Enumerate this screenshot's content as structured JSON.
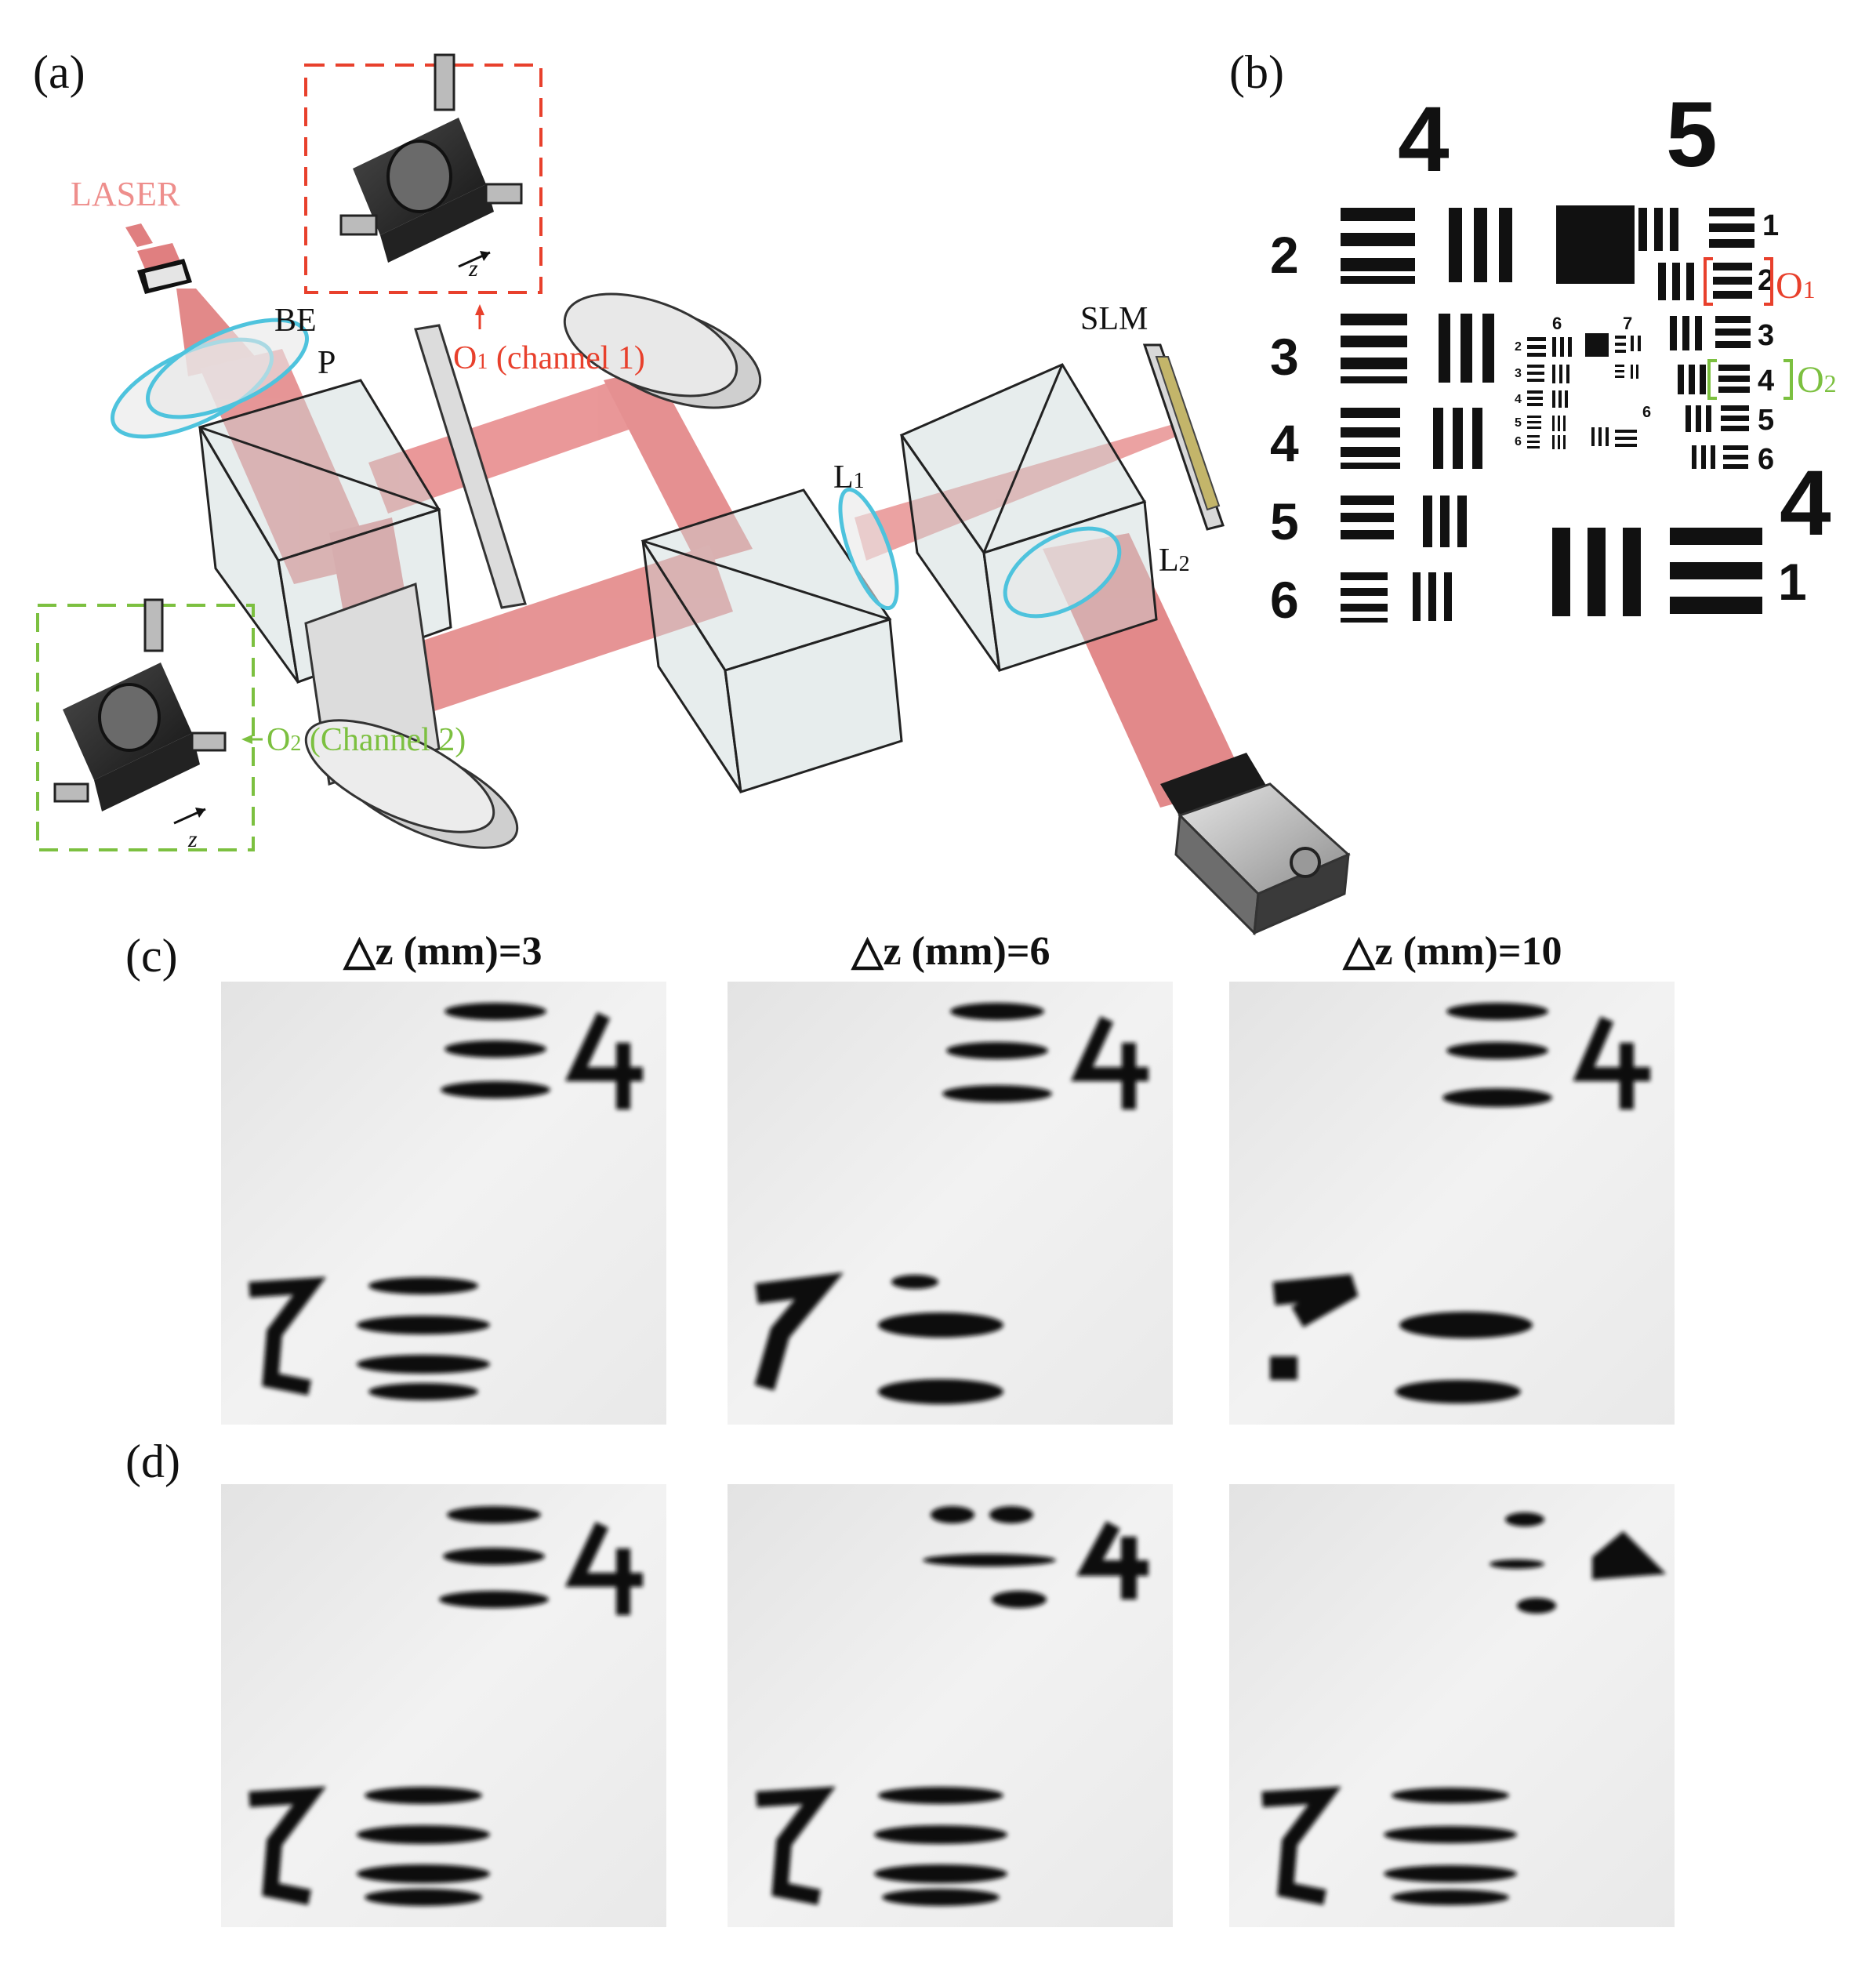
{
  "panels": {
    "a": "(a)",
    "b": "(b)",
    "c": "(c)",
    "d": "(d)"
  },
  "setup": {
    "laser": "LASER",
    "be": "BE",
    "p": "P",
    "o1_prefix": "O",
    "o1_sub": "1",
    "o1_suffix": " (channel 1)",
    "o2_prefix": "O",
    "o2_sub": "2",
    "o2_suffix": " (Channel 2)",
    "slm": "SLM",
    "l1_prefix": "L",
    "l1_sub": "1",
    "l2_prefix": "L",
    "l2_sub": "2",
    "z_label": "z"
  },
  "target": {
    "group_top_left": "4",
    "group_top_right": "5",
    "group_right_lower": "4",
    "left_elements": [
      "2",
      "3",
      "4",
      "5",
      "6"
    ],
    "right_elements": [
      "1",
      "2",
      "3",
      "4",
      "5",
      "6"
    ],
    "inner_top": [
      "6",
      "7"
    ],
    "inner_left": [
      "2",
      "3",
      "4",
      "5",
      "6"
    ],
    "inner_side": "6",
    "bottom_right_element": "1",
    "o1_label_prefix": "O",
    "o1_label_sub": "1",
    "o2_label_prefix": "O",
    "o2_label_sub": "2"
  },
  "reconstructions": {
    "dz_labels": [
      "△z (mm)=3",
      "△z (mm)=6",
      "△z (mm)=10"
    ]
  },
  "colors": {
    "beam": "#e07f80",
    "o1_box": "#e8402c",
    "o2_box": "#7cc040",
    "laser_text": "#ee8e8c",
    "lens_ring": "#4ec3dd"
  }
}
